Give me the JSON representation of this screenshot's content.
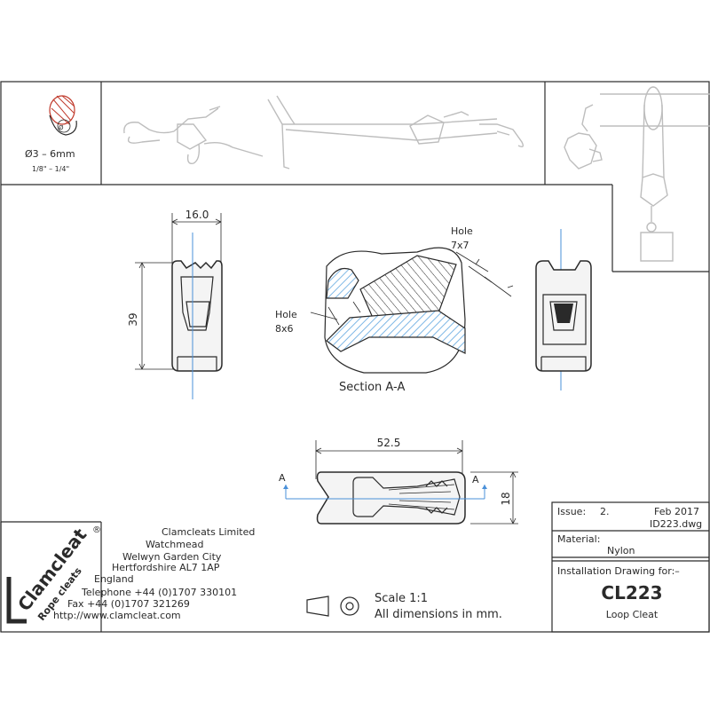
{
  "rope_size": {
    "metric": "Ø3 – 6mm",
    "imperial": "1/8\" – 1/4\"",
    "dia_symbol": "Ø"
  },
  "dimensions": {
    "width": "16.0",
    "height": "39",
    "length": "52.5",
    "depth": "18"
  },
  "section": {
    "label": "Section A-A",
    "hole_top_label": "Hole",
    "hole_top_size": "7x7",
    "hole_left_label": "Hole",
    "hole_left_size": "8x6",
    "marker": "A"
  },
  "company": {
    "brand": "Clamcleat",
    "tagline": "Rope cleats",
    "registered": "®",
    "lines": [
      "Clamcleats Limited",
      "Watchmead",
      "Welwyn Garden City",
      "Hertfordshire AL7 1AP",
      "England"
    ],
    "telephone": "Telephone +44 (0)1707 330101",
    "fax": "Fax +44 (0)1707 321269",
    "web": "http://www.clamcleat.com"
  },
  "scale": {
    "scale": "Scale 1:1",
    "units": "All dimensions in mm."
  },
  "titleblock": {
    "issue_label": "Issue:",
    "issue_value": "2.",
    "date": "Feb 2017",
    "file": "ID223.dwg",
    "material_label": "Material:",
    "material_value": "Nylon",
    "install_label": "Installation Drawing for:–",
    "part_number": "CL223",
    "part_name": "Loop Cleat"
  },
  "colors": {
    "line": "#2a2a2a",
    "centerline": "#4a90d9",
    "hatch": "#7fb8e6",
    "rope": "#c0392b",
    "sketch": "#bdbdbd"
  }
}
